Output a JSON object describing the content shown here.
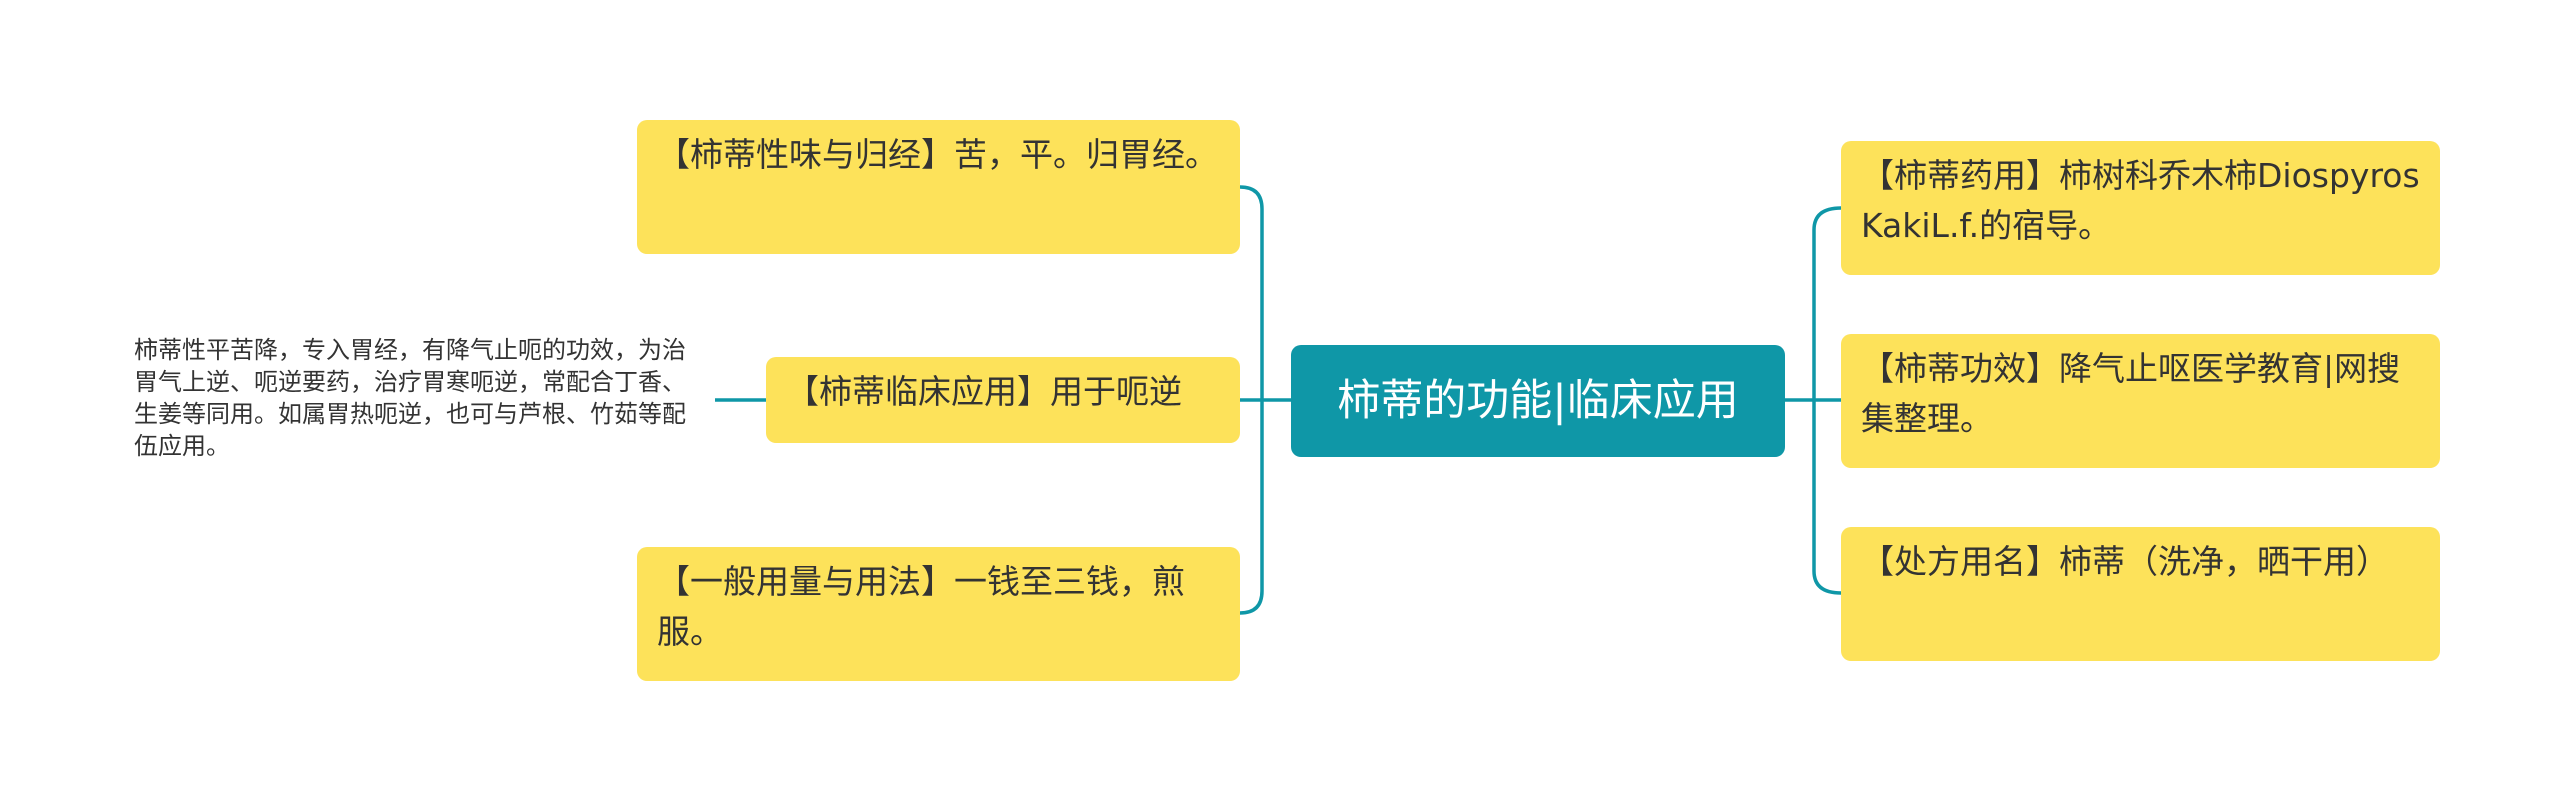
{
  "colors": {
    "root_fill": "#0f97a7",
    "root_text": "#ffffff",
    "node_fill": "#fde25a",
    "node_text": "#333333",
    "connector": "#0f97a7"
  },
  "root": {
    "label": "柿蒂的功能|临床应用"
  },
  "left_branches": [
    {
      "label": "【柿蒂性味与归经】苦，平。归胃经。"
    },
    {
      "label": "【柿蒂临床应用】用于呃逆"
    },
    {
      "label": "【一般用量与用法】一钱至三钱，煎服。"
    }
  ],
  "left_note": {
    "text": "柿蒂性平苦降，专入胃经，有降气止呃的功效，为治胃气上逆、呃逆要药，治疗胃寒呃逆，常配合丁香、生姜等同用。如属胃热呃逆，也可与芦根、竹茹等配伍应用。"
  },
  "right_branches": [
    {
      "label": "【柿蒂药用】柿树科乔木柿DiospyrosKakiL.f.的宿导。"
    },
    {
      "label": "【柿蒂功效】降气止呕医学教育|网搜集整理。"
    },
    {
      "label": "【处方用名】柿蒂（洗净，晒干用）"
    }
  ]
}
